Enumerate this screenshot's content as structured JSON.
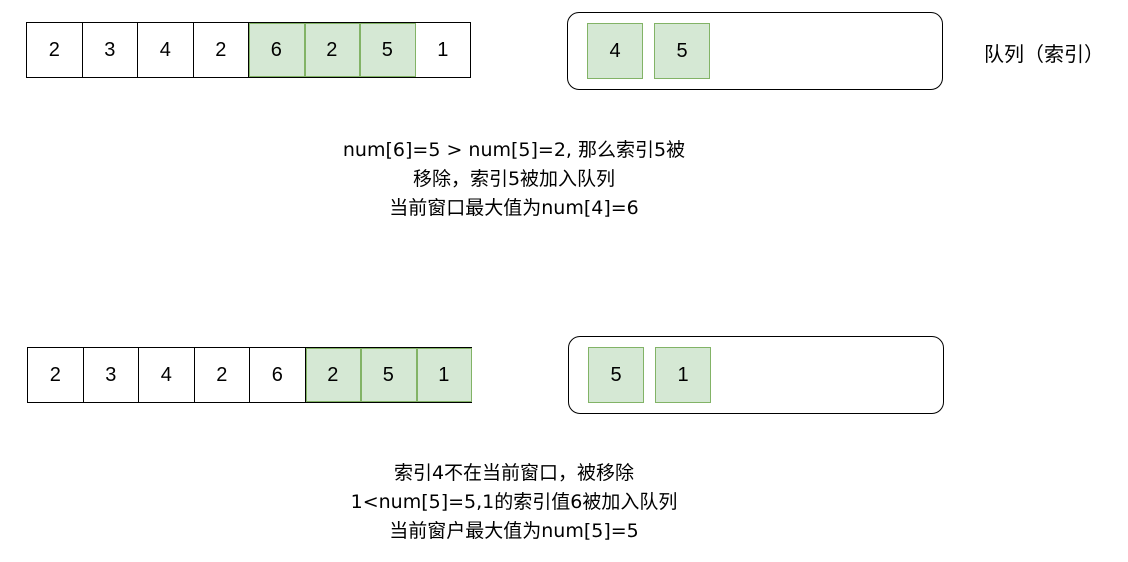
{
  "step1": {
    "array": [
      {
        "value": "2",
        "in_window": false
      },
      {
        "value": "3",
        "in_window": false
      },
      {
        "value": "4",
        "in_window": false
      },
      {
        "value": "2",
        "in_window": false
      },
      {
        "value": "6",
        "in_window": true
      },
      {
        "value": "2",
        "in_window": true
      },
      {
        "value": "5",
        "in_window": true
      },
      {
        "value": "1",
        "in_window": false
      }
    ],
    "queue": [
      "4",
      "5"
    ],
    "queue_label": "队列（索引）",
    "notes": [
      "num[6]=5  > num[5]=2, 那么索引5被",
      "移除，索引5被加入队列",
      "当前窗口最大值为num[4]=6"
    ]
  },
  "step2": {
    "array": [
      {
        "value": "2",
        "in_window": false
      },
      {
        "value": "3",
        "in_window": false
      },
      {
        "value": "4",
        "in_window": false
      },
      {
        "value": "2",
        "in_window": false
      },
      {
        "value": "6",
        "in_window": false
      },
      {
        "value": "2",
        "in_window": true
      },
      {
        "value": "5",
        "in_window": true
      },
      {
        "value": "1",
        "in_window": true
      }
    ],
    "queue": [
      "5",
      "1"
    ],
    "notes": [
      "索引4不在当前窗口，被移除",
      "1<num[5]=5,1的索引值6被加入队列",
      "当前窗户最大值为num[5]=5"
    ]
  },
  "colors": {
    "window_fill": "#d5e8d4",
    "window_stroke": "#82b366",
    "border": "#000000"
  }
}
